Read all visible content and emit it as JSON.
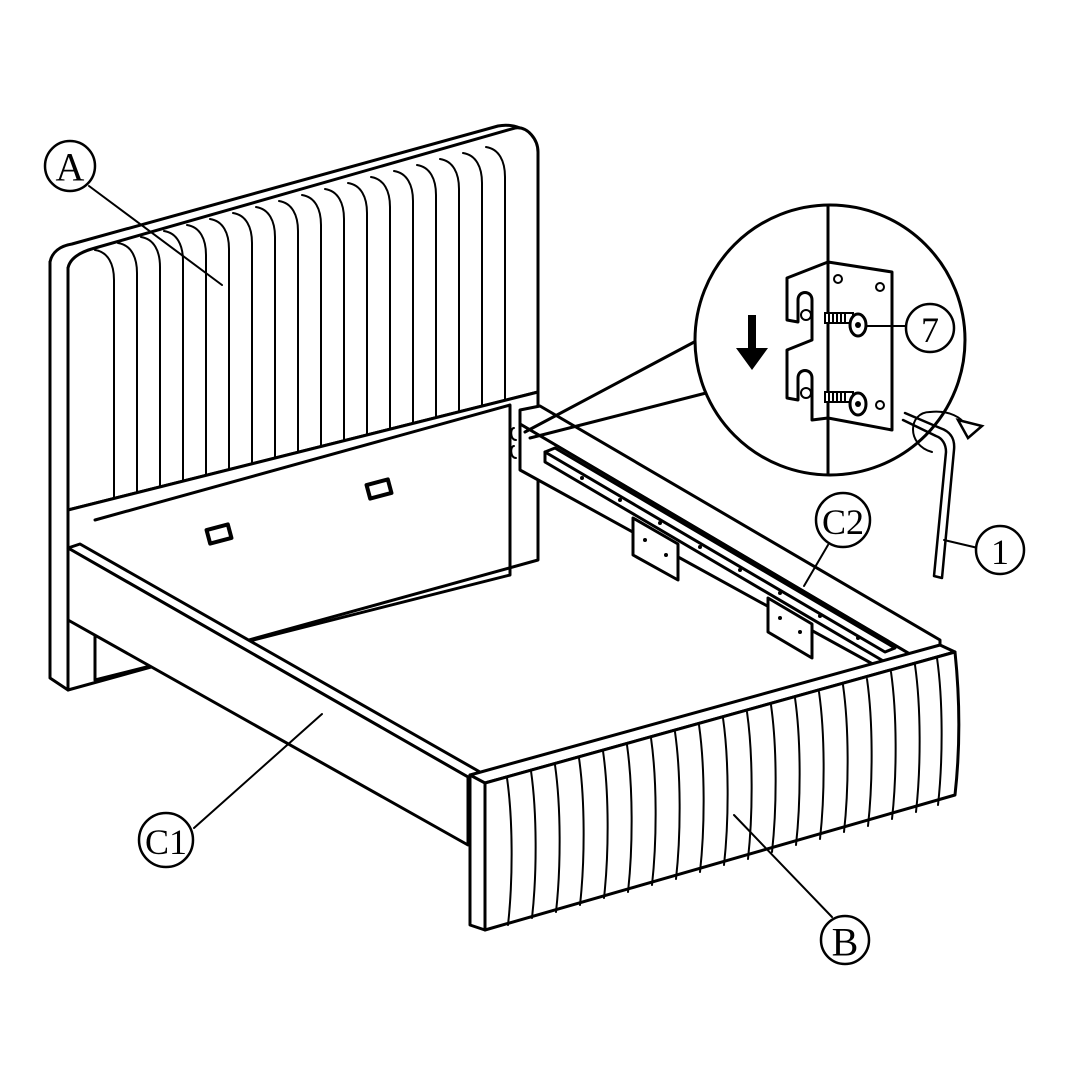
{
  "diagram": {
    "type": "furniture-assembly-instruction",
    "subject": "Upholstered bed frame assembly",
    "parts": [
      {
        "id": "A",
        "label": "A",
        "description": "Headboard (vertical channel-tufted)"
      },
      {
        "id": "B",
        "label": "B",
        "description": "Footboard (vertical channel-tufted)"
      },
      {
        "id": "C1",
        "label": "C1",
        "description": "Side rail (left)"
      },
      {
        "id": "C2",
        "label": "C2",
        "description": "Side rail (right) with slat support ledge"
      },
      {
        "id": "7",
        "label": "7",
        "description": "Bolt / screw (hardware)"
      },
      {
        "id": "1",
        "label": "1",
        "description": "Allen key (hex wrench)"
      }
    ],
    "detail_inset": {
      "description": "Magnified view of hook bracket connection between side rail and headboard",
      "callout": "7",
      "arrow_direction": "down"
    },
    "tool_callout": "1",
    "rotation_indicator": "clockwise"
  },
  "labels": {
    "A": "A",
    "B": "B",
    "C1": "C1",
    "C2": "C2",
    "seven": "7",
    "one": "1"
  },
  "colors": {
    "line": "#000000",
    "background": "#ffffff"
  }
}
